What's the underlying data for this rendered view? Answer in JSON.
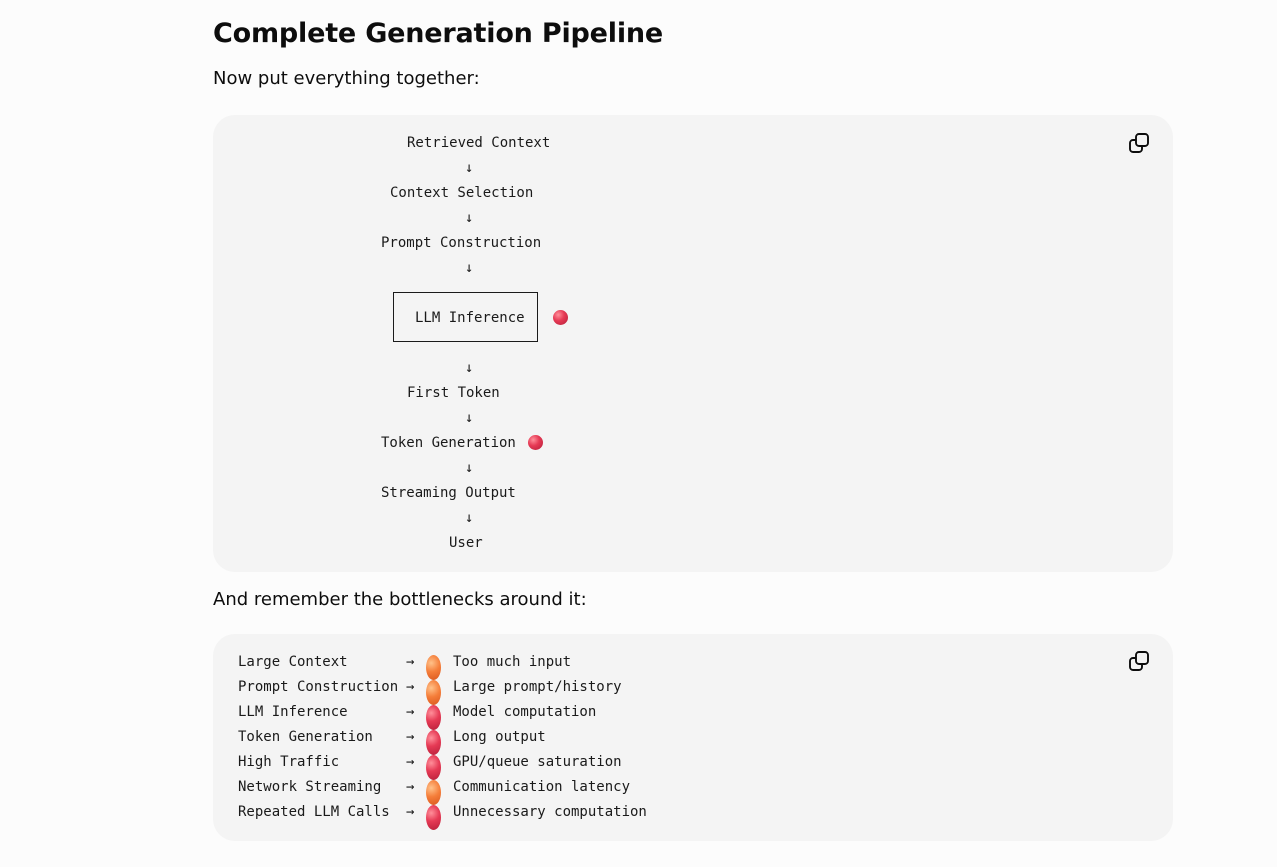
{
  "heading": "Complete Generation Pipeline",
  "intro_text": "Now put everything together:",
  "pipeline": {
    "steps": [
      "Retrieved Context",
      "Context Selection",
      "Prompt Construction",
      "LLM Inference",
      "First Token",
      "Token Generation",
      "Streaming Output",
      "User"
    ],
    "arrow": "↓",
    "flagged": [
      "LLM Inference",
      "Token Generation"
    ],
    "flag_icon": "red-circle"
  },
  "bridge_text": "And remember the bottlenecks around it:",
  "bottlenecks": {
    "arrow": "→",
    "rows": [
      {
        "stage": "Large Context",
        "severity": "orange",
        "description": "Too much input"
      },
      {
        "stage": "Prompt Construction",
        "severity": "orange",
        "description": "Large prompt/history"
      },
      {
        "stage": "LLM Inference",
        "severity": "red",
        "description": "Model computation"
      },
      {
        "stage": "Token Generation",
        "severity": "red",
        "description": "Long output"
      },
      {
        "stage": "High Traffic",
        "severity": "red",
        "description": "GPU/queue saturation"
      },
      {
        "stage": "Network Streaming",
        "severity": "orange",
        "description": "Communication latency"
      },
      {
        "stage": "Repeated LLM Calls",
        "severity": "red",
        "description": "Unnecessary computation"
      }
    ]
  },
  "copy_icon": "copy-icon",
  "colors": {
    "page_bg": "#fcfcfc",
    "code_bg": "#f4f4f4",
    "red_dot": "#e63a55",
    "orange_dot": "#f57e3a"
  }
}
